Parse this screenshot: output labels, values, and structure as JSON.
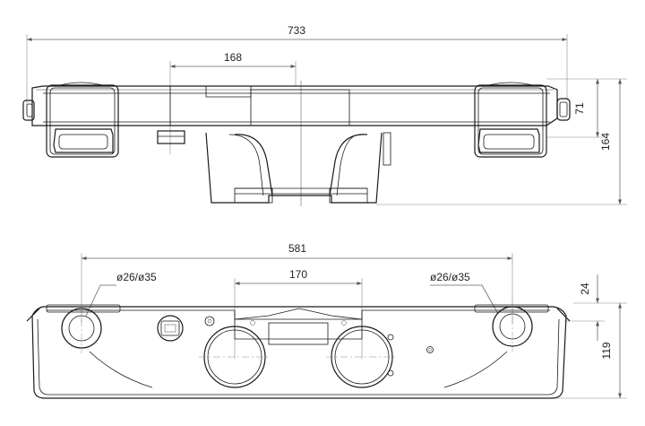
{
  "top_view": {
    "dimensions": {
      "overall_width": "733",
      "center_width": "168",
      "right_height_small": "71",
      "right_height_total": "164"
    }
  },
  "front_view": {
    "dimensions": {
      "pipe_spacing_outer": "581",
      "pipe_spacing_inner": "170",
      "left_pipe_label": "ø26/ø35",
      "right_pipe_label": "ø26/ø35",
      "right_height_small": "24",
      "right_height_total": "119"
    }
  },
  "colors": {
    "outline": "#1a1a1a",
    "dimension": "#666666"
  }
}
